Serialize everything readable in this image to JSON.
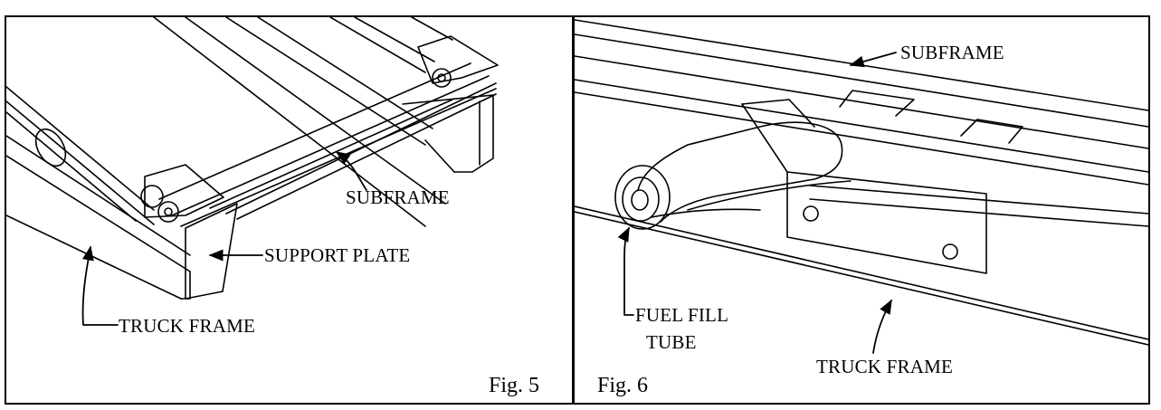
{
  "panels": [
    {
      "figure": "Fig. 5",
      "labels": {
        "subframe": "SUBFRAME",
        "support_plate": "SUPPORT PLATE",
        "truck_frame": "TRUCK FRAME"
      }
    },
    {
      "figure": "Fig. 6",
      "labels": {
        "subframe": "SUBFRAME",
        "fuel_fill_line1": "FUEL FILL",
        "fuel_fill_line2": "TUBE",
        "truck_frame": "TRUCK FRAME"
      }
    }
  ]
}
